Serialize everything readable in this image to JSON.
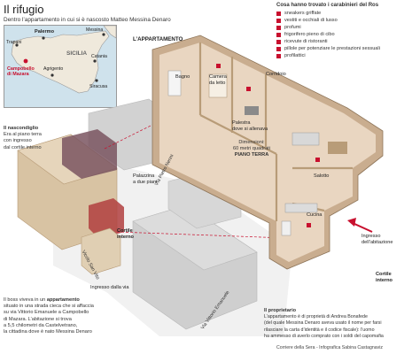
{
  "header": {
    "title": "Il rifugio",
    "subtitle": "Dentro l’appartamento in cui si è nascosto Matteo Messina Denaro"
  },
  "map": {
    "places": {
      "trapani": "Trapani",
      "palermo": "Palermo",
      "messina": "Messina",
      "sicilia": "SICILIA",
      "agrigento": "Agrigento",
      "catania": "Catania",
      "siracusa": "Siracusa",
      "campobello": "Campobello\ndi Mazara"
    }
  },
  "labels": {
    "appartamento": "L’APPARTAMENTO",
    "nascondiglio_title": "Il nascondiglio",
    "nascondiglio_text": "Era al piano terra\ncon ingresso\ndal cortile interno",
    "palazzina": "Palazzina\na due piani",
    "via_pietro_nenni": "Via Pietro Nenni",
    "cortile_interno_left": "Cortile\ninterno",
    "vicolo_san_vito": "Vicolo San Vito",
    "ingresso_via": "Ingresso dalla via",
    "via_emanuele": "Via Vittorio Emanuele",
    "rooms": {
      "bagno": "Bagno",
      "camera": "Camera\nda letto",
      "corridoio": "Corridoio",
      "palestra": "Palestra\ndove si allenava",
      "salotto": "Salotto",
      "cucina": "Cucina",
      "ingresso_abitazione": "Ingresso\ndell’abitazione",
      "cortile_interno_right": "Cortile\ninterno"
    },
    "dimensions": "Dimensioni:\n60 metri quadrati",
    "piano_terra": "PIANO TERRA"
  },
  "legend": {
    "title": "Cosa hanno trovato i carabinieri del Ros",
    "items": [
      "sneakers griffate",
      "vestiti e occhiali di lusso",
      "profumi",
      "frigorifero pieno di cibo",
      "ricevute di ristoranti",
      "pillole per potenziare le prestazioni sessuali",
      "profilattici"
    ]
  },
  "notes": {
    "boss_pre": "Il boss viveva in un ",
    "boss_bold": "appartamento",
    "boss_post": "situato in una strada cieca che si affaccia\nsu via Vittorio Emanuele a Campobello\ndi Mazara. L’abitazione si trova\na 5,5 chilometri da Castelvetrano,\nla cittadina dove è nato Messina Denaro",
    "proprietario_title": "Il proprietario",
    "proprietario_text": "L’appartamento è di proprietà di Andrea Bonafede\n(del quale Messina Denaro aveva usato il nome per farsi\nrilasciare la carta d’identità e il codice fiscale): l’uomo\nha ammesso di averlo comprato con i soldi del capomafia"
  },
  "footer": "Corriere della Sera - Infografica Sabina Castagnaviz",
  "colors": {
    "accent": "#c8102e",
    "map_water": "#cfe2ec",
    "floor": "#e9d6c1",
    "wall": "#c9ad8f",
    "building_gray": "#cfcfcf",
    "highlight": "#7a5560"
  }
}
